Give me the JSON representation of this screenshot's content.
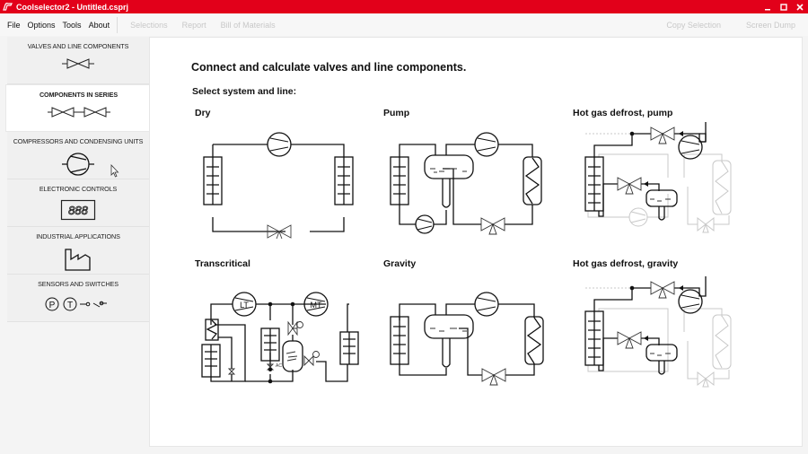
{
  "window": {
    "title": "Coolselector2 - Untitled.csprj",
    "controls": [
      "minimize",
      "maximize",
      "close"
    ],
    "accent_color": "#e2001a"
  },
  "menubar": {
    "file": "File",
    "options": "Options",
    "tools": "Tools",
    "about": "About",
    "selections": "Selections",
    "report": "Report",
    "bill_of_materials": "Bill of Materials",
    "copy_selection": "Copy Selection",
    "screen_dump": "Screen Dump"
  },
  "sidebar": {
    "items": [
      {
        "label": "VALVES AND LINE COMPONENTS",
        "icon": "valve-icon",
        "active": false
      },
      {
        "label": "COMPONENTS IN SERIES",
        "icon": "valves-in-series-icon",
        "active": true
      },
      {
        "label": "COMPRESSORS AND CONDENSING UNITS",
        "icon": "compressor-icon",
        "active": false
      },
      {
        "label": "ELECTRONIC CONTROLS",
        "icon": "digital-display-icon",
        "active": false
      },
      {
        "label": "INDUSTRIAL APPLICATIONS",
        "icon": "factory-icon",
        "active": false
      },
      {
        "label": "SENSORS AND SWITCHES",
        "icon": "sensors-switch-icon",
        "active": false
      }
    ]
  },
  "main": {
    "heading": "Connect and calculate valves and line components.",
    "subheading": "Select system and line:",
    "systems": [
      {
        "label": "Dry"
      },
      {
        "label": "Pump"
      },
      {
        "label": "Hot gas defrost, pump"
      },
      {
        "label": "Transcritical",
        "compressor_labels": [
          "LT",
          "MT"
        ]
      },
      {
        "label": "Gravity"
      },
      {
        "label": "Hot gas defrost, gravity"
      }
    ]
  }
}
